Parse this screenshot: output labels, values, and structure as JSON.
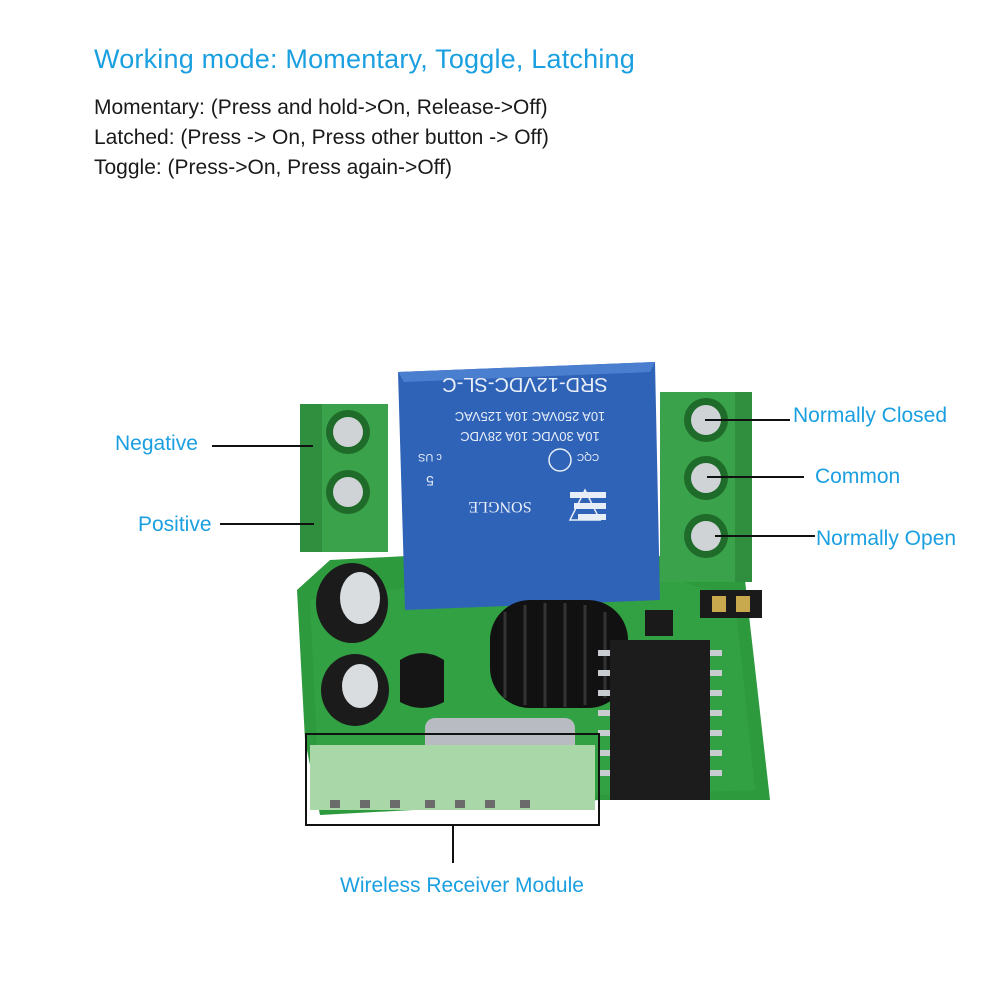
{
  "heading": "Working mode: Momentary, Toggle, Latching",
  "modes": [
    "Momentary: (Press and hold->On, Release->Off)",
    "Latched: (Press -> On, Press other button -> Off)",
    "Toggle: (Press->On, Press again->Off)"
  ],
  "callouts": {
    "negative": "Negative",
    "positive": "Positive",
    "normally_closed": "Normally Closed",
    "common": "Common",
    "normally_open": "Normally Open",
    "receiver": "Wireless Receiver Module"
  },
  "relay": {
    "model": "SRD-12VDC-SL-C",
    "rating1": "10A 250VAC 10A 125VAC",
    "rating2": "10A 30VDC 10A 28VDC",
    "brand": "SONGLE",
    "cert": "CQC",
    "ul": "c US",
    "num": "5"
  },
  "colors": {
    "accent": "#1a9fe0",
    "pcb": "#2e9a3e",
    "relay": "#2f63b8",
    "terminal": "#3aa24a"
  }
}
